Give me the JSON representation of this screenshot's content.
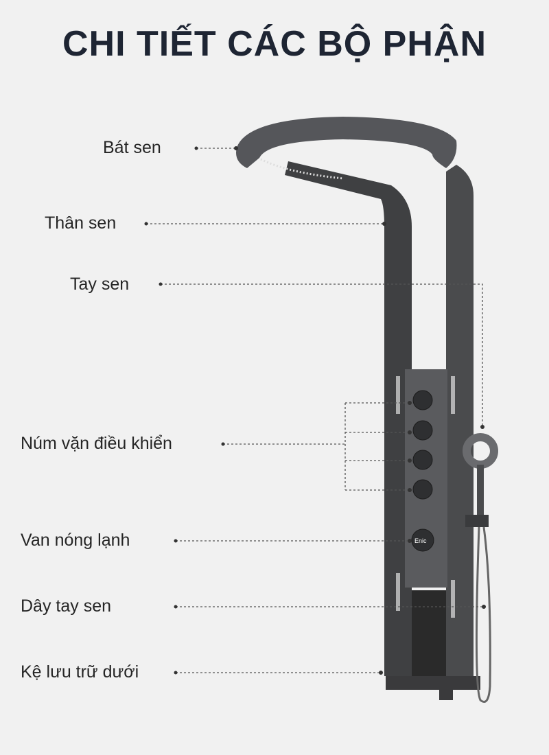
{
  "title": "CHI TIẾT CÁC BỘ PHẬN",
  "labels": {
    "bat_sen": "Bát sen",
    "than_sen": "Thân sen",
    "tay_sen": "Tay sen",
    "num_van": "Núm vặn điều khiển",
    "van_nong_lanh": "Van nóng lạnh",
    "day_tay_sen": "Dây tay sen",
    "ke_luu_tru": "Kệ lưu trữ dưới"
  },
  "brand_logo": "Enic",
  "colors": {
    "title": "#1e2533",
    "product": "#4a4b4d",
    "leader": "#555555",
    "background": "#f1f1f1"
  }
}
